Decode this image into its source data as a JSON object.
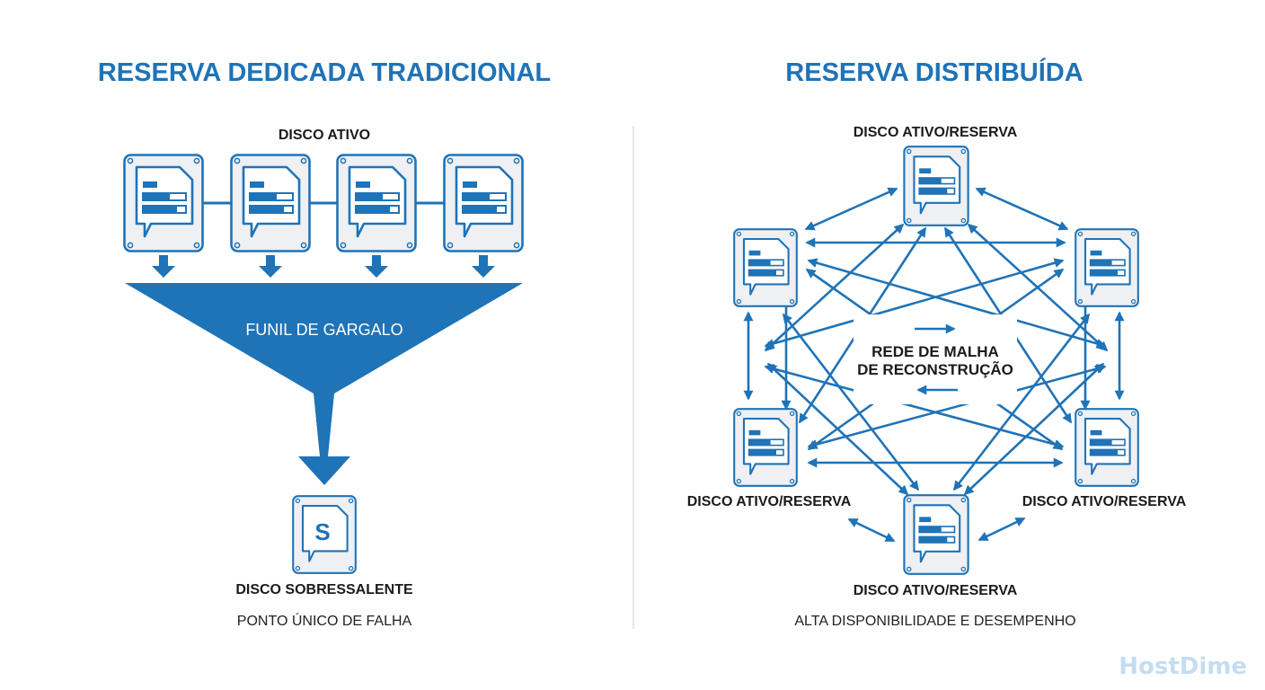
{
  "left_panel": {
    "title": "RESERVA DEDICADA TRADICIONAL",
    "active_disk_label": "DISCO ATIVO",
    "funnel_label": "FUNIL DE GARGALO",
    "spare_disk_letter": "S",
    "spare_disk_label": "DISCO SOBRESSALENTE",
    "caption": "PONTO ÚNICO DE FALHA"
  },
  "right_panel": {
    "title": "RESERVA DISTRIBUÍDA",
    "center_label_line1": "REDE DE MALHA",
    "center_label_line2": "DE RECONSTRUÇÃO",
    "node_labels": {
      "top": "DISCO ATIVO/RESERVA",
      "bottom_left": "DISCO ATIVO/RESERVA",
      "bottom_right": "DISCO ATIVO/RESERVA",
      "bottom": "DISCO ATIVO/RESERVA"
    },
    "caption": "ALTA DISPONIBILIDADE E DESEMPENHO"
  },
  "brand": "HostDime",
  "colors": {
    "accent": "#1f73b7",
    "disk_fill": "#eef0f3",
    "title": "#1f73b7",
    "text": "#1b1b1b",
    "brand": "#c5ddf0"
  },
  "icons": {
    "disk": "hard-drive-icon",
    "spare_disk": "spare-hard-drive-icon"
  }
}
